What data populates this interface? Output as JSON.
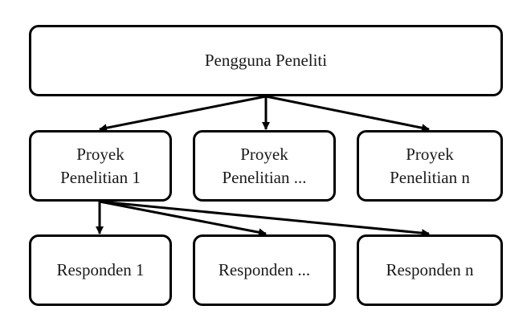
{
  "diagram": {
    "root": {
      "label": "Pengguna Peneliti"
    },
    "projects": [
      {
        "line1": "Proyek",
        "line2": "Penelitian 1"
      },
      {
        "line1": "Proyek",
        "line2": "Penelitian ..."
      },
      {
        "line1": "Proyek",
        "line2": "Penelitian n"
      }
    ],
    "respondents": [
      {
        "label": "Responden 1"
      },
      {
        "label": "Responden ..."
      },
      {
        "label": "Responden n"
      }
    ],
    "edges": [
      {
        "from": "Pengguna Peneliti",
        "to": "Proyek Penelitian 1"
      },
      {
        "from": "Pengguna Peneliti",
        "to": "Proyek Penelitian ..."
      },
      {
        "from": "Pengguna Peneliti",
        "to": "Proyek Penelitian n"
      },
      {
        "from": "Proyek Penelitian 1",
        "to": "Responden 1"
      },
      {
        "from": "Proyek Penelitian 1",
        "to": "Responden ..."
      },
      {
        "from": "Proyek Penelitian 1",
        "to": "Responden n"
      }
    ],
    "colors": {
      "stroke": "#000000",
      "text": "#1a1a1a",
      "fill": "#ffffff"
    }
  }
}
